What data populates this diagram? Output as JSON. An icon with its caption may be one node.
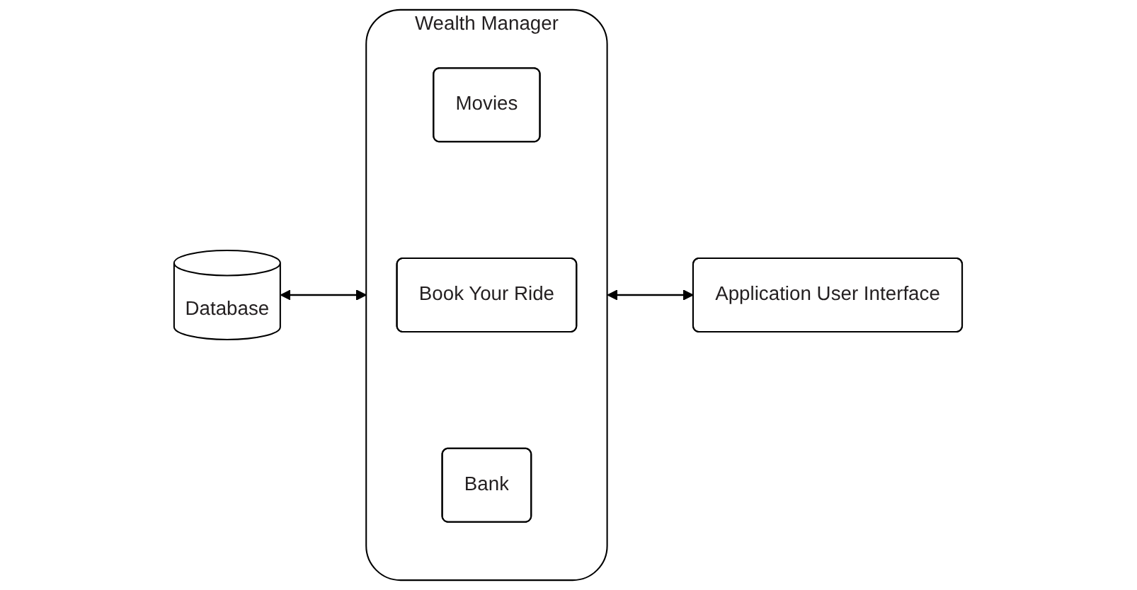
{
  "diagram": {
    "nodes": [
      {
        "text": [
          "Database"
        ]
      },
      {
        "text": [
          "Wealth Manager"
        ]
      },
      {
        "text": [
          "Movies"
        ],
        "in": 1
      },
      {
        "text": [
          "Book Your Ride"
        ],
        "in": 1
      },
      {
        "text": [
          "Bank"
        ],
        "in": 1
      },
      {
        "text": [
          "Application User Interface"
        ]
      }
    ],
    "edges": [
      {
        "from": 0,
        "to": 1,
        "arrow": "both"
      },
      {
        "from": 1,
        "to": 5,
        "arrow": "both"
      }
    ]
  }
}
